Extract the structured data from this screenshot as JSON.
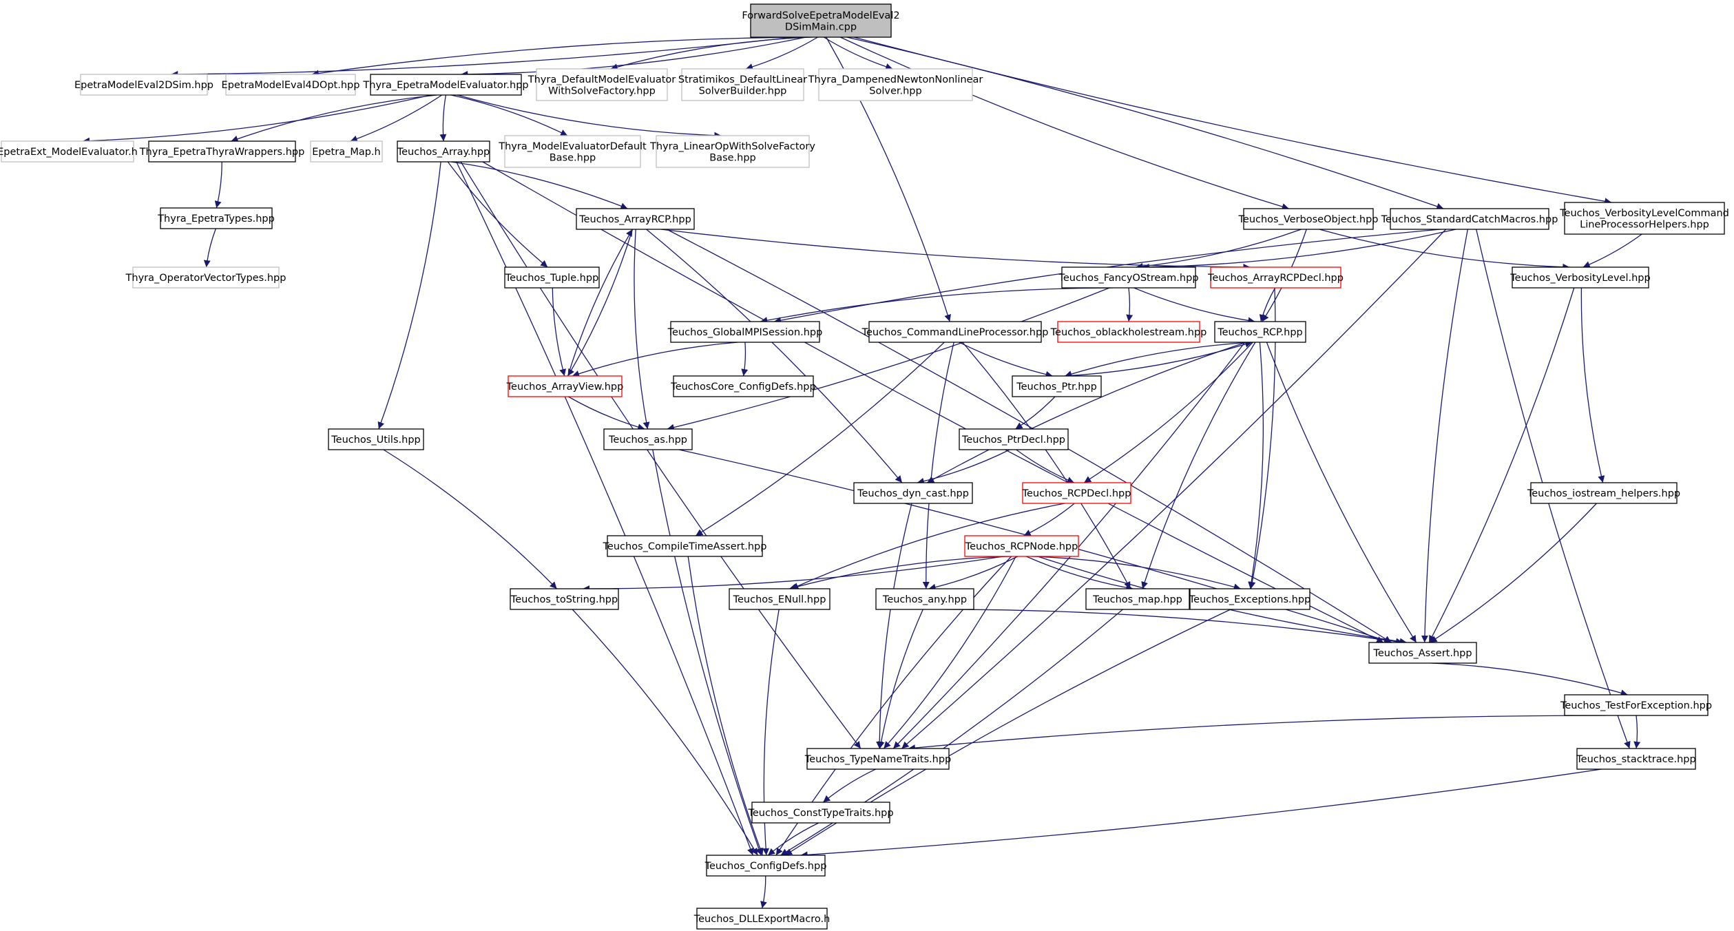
{
  "colors": {
    "edge": "#191970",
    "border_normal": "#000000",
    "border_external": "#bfbfbf",
    "border_truncated": "#ff0000",
    "fill_root": "#bfbfbf",
    "fill_default": "#ffffff"
  },
  "nodes": [
    {
      "id": "root",
      "style": "root",
      "lines": [
        "ForwardSolveEpetraModelEval2",
        "DSimMain.cpp"
      ]
    },
    {
      "id": "epetraModelEval2DSim",
      "style": "external",
      "lines": [
        "EpetraModelEval2DSim.hpp"
      ]
    },
    {
      "id": "epetraModelEval4DOpt",
      "style": "external",
      "lines": [
        "EpetraModelEval4DOpt.hpp"
      ]
    },
    {
      "id": "thyraEpetraModelEvaluator",
      "style": "normal",
      "lines": [
        "Thyra_EpetraModelEvaluator.hpp"
      ]
    },
    {
      "id": "thyraDefaultModelEvaluatorWithSolveFactory",
      "style": "external",
      "lines": [
        "Thyra_DefaultModelEvaluator",
        "WithSolveFactory.hpp"
      ]
    },
    {
      "id": "stratimikosDefaultLinearSolverBuilder",
      "style": "external",
      "lines": [
        "Stratimikos_DefaultLinear",
        "SolverBuilder.hpp"
      ]
    },
    {
      "id": "thyraDampenedNewtonNonlinearSolver",
      "style": "external",
      "lines": [
        "Thyra_DampenedNewtonNonlinear",
        "Solver.hpp"
      ]
    },
    {
      "id": "epetraExtModelEvaluator",
      "style": "external",
      "lines": [
        "EpetraExt_ModelEvaluator.h"
      ]
    },
    {
      "id": "thyraEpetraThyraWrappers",
      "style": "normal",
      "lines": [
        "Thyra_EpetraThyraWrappers.hpp"
      ]
    },
    {
      "id": "epetraMap",
      "style": "external",
      "lines": [
        "Epetra_Map.h"
      ]
    },
    {
      "id": "teuchosArray",
      "style": "normal",
      "lines": [
        "Teuchos_Array.hpp"
      ]
    },
    {
      "id": "thyraModelEvaluatorDefaultBase",
      "style": "external",
      "lines": [
        "Thyra_ModelEvaluatorDefault",
        "Base.hpp"
      ]
    },
    {
      "id": "thyraLinearOpWithSolveFactoryBase",
      "style": "external",
      "lines": [
        "Thyra_LinearOpWithSolveFactory",
        "Base.hpp"
      ]
    },
    {
      "id": "thyraEpetraTypes",
      "style": "normal",
      "lines": [
        "Thyra_EpetraTypes.hpp"
      ]
    },
    {
      "id": "thyraOperatorVectorTypes",
      "style": "external",
      "lines": [
        "Thyra_OperatorVectorTypes.hpp"
      ]
    },
    {
      "id": "teuchosArrayRCP",
      "style": "normal",
      "lines": [
        "Teuchos_ArrayRCP.hpp"
      ]
    },
    {
      "id": "teuchosVerboseObject",
      "style": "normal",
      "lines": [
        "Teuchos_VerboseObject.hpp"
      ]
    },
    {
      "id": "teuchosStandardCatchMacros",
      "style": "normal",
      "lines": [
        "Teuchos_StandardCatchMacros.hpp"
      ]
    },
    {
      "id": "teuchosVerbosityLevelCommandLineProcessorHelpers",
      "style": "normal",
      "lines": [
        "Teuchos_VerbosityLevelCommand",
        "LineProcessorHelpers.hpp"
      ]
    },
    {
      "id": "teuchosTuple",
      "style": "normal",
      "lines": [
        "Teuchos_Tuple.hpp"
      ]
    },
    {
      "id": "teuchosFancyOStream",
      "style": "normal",
      "lines": [
        "Teuchos_FancyOStream.hpp"
      ]
    },
    {
      "id": "teuchosArrayRCPDecl",
      "style": "truncated",
      "lines": [
        "Teuchos_ArrayRCPDecl.hpp"
      ]
    },
    {
      "id": "teuchosVerbosityLevel",
      "style": "normal",
      "lines": [
        "Teuchos_VerbosityLevel.hpp"
      ]
    },
    {
      "id": "teuchosGlobalMPISession",
      "style": "normal",
      "lines": [
        "Teuchos_GlobalMPISession.hpp"
      ]
    },
    {
      "id": "teuchosCommandLineProcessor",
      "style": "normal",
      "lines": [
        "Teuchos_CommandLineProcessor.hpp"
      ]
    },
    {
      "id": "teuchosOblackholestream",
      "style": "truncated",
      "lines": [
        "Teuchos_oblackholestream.hpp"
      ]
    },
    {
      "id": "teuchosRCP",
      "style": "normal",
      "lines": [
        "Teuchos_RCP.hpp"
      ]
    },
    {
      "id": "teuchosArrayView",
      "style": "truncated",
      "lines": [
        "Teuchos_ArrayView.hpp"
      ]
    },
    {
      "id": "teuchosCoreConfigDefs",
      "style": "normal",
      "lines": [
        "TeuchosCore_ConfigDefs.hpp"
      ]
    },
    {
      "id": "teuchosPtr",
      "style": "normal",
      "lines": [
        "Teuchos_Ptr.hpp"
      ]
    },
    {
      "id": "teuchosUtils",
      "style": "normal",
      "lines": [
        "Teuchos_Utils.hpp"
      ]
    },
    {
      "id": "teuchosAs",
      "style": "normal",
      "lines": [
        "Teuchos_as.hpp"
      ]
    },
    {
      "id": "teuchosPtrDecl",
      "style": "normal",
      "lines": [
        "Teuchos_PtrDecl.hpp"
      ]
    },
    {
      "id": "teuchosDynCast",
      "style": "normal",
      "lines": [
        "Teuchos_dyn_cast.hpp"
      ]
    },
    {
      "id": "teuchosRCPDecl",
      "style": "truncated",
      "lines": [
        "Teuchos_RCPDecl.hpp"
      ]
    },
    {
      "id": "teuchosIostreamHelpers",
      "style": "normal",
      "lines": [
        "Teuchos_iostream_helpers.hpp"
      ]
    },
    {
      "id": "teuchosCompileTimeAssert",
      "style": "normal",
      "lines": [
        "Teuchos_CompileTimeAssert.hpp"
      ]
    },
    {
      "id": "teuchosRCPNode",
      "style": "truncated",
      "lines": [
        "Teuchos_RCPNode.hpp"
      ]
    },
    {
      "id": "teuchosToString",
      "style": "normal",
      "lines": [
        "Teuchos_toString.hpp"
      ]
    },
    {
      "id": "teuchosENull",
      "style": "normal",
      "lines": [
        "Teuchos_ENull.hpp"
      ]
    },
    {
      "id": "teuchosAny",
      "style": "normal",
      "lines": [
        "Teuchos_any.hpp"
      ]
    },
    {
      "id": "teuchosMap",
      "style": "normal",
      "lines": [
        "Teuchos_map.hpp"
      ]
    },
    {
      "id": "teuchosExceptions",
      "style": "normal",
      "lines": [
        "Teuchos_Exceptions.hpp"
      ]
    },
    {
      "id": "teuchosAssert",
      "style": "normal",
      "lines": [
        "Teuchos_Assert.hpp"
      ]
    },
    {
      "id": "teuchosTestForException",
      "style": "normal",
      "lines": [
        "Teuchos_TestForException.hpp"
      ]
    },
    {
      "id": "teuchosTypeNameTraits",
      "style": "normal",
      "lines": [
        "Teuchos_TypeNameTraits.hpp"
      ]
    },
    {
      "id": "teuchosStacktrace",
      "style": "normal",
      "lines": [
        "Teuchos_stacktrace.hpp"
      ]
    },
    {
      "id": "teuchosConstTypeTraits",
      "style": "normal",
      "lines": [
        "Teuchos_ConstTypeTraits.hpp"
      ]
    },
    {
      "id": "teuchosConfigDefs",
      "style": "normal",
      "lines": [
        "Teuchos_ConfigDefs.hpp"
      ]
    },
    {
      "id": "teuchosDLLExportMacro",
      "style": "normal",
      "lines": [
        "Teuchos_DLLExportMacro.h"
      ]
    }
  ],
  "edges": [
    [
      "root",
      "epetraModelEval2DSim"
    ],
    [
      "root",
      "epetraModelEval4DOpt"
    ],
    [
      "root",
      "thyraEpetraModelEvaluator"
    ],
    [
      "root",
      "thyraDefaultModelEvaluatorWithSolveFactory"
    ],
    [
      "root",
      "stratimikosDefaultLinearSolverBuilder"
    ],
    [
      "root",
      "thyraDampenedNewtonNonlinearSolver"
    ],
    [
      "root",
      "teuchosCommandLineProcessor"
    ],
    [
      "root",
      "teuchosVerboseObject"
    ],
    [
      "root",
      "teuchosStandardCatchMacros"
    ],
    [
      "root",
      "teuchosVerbosityLevelCommandLineProcessorHelpers"
    ],
    [
      "thyraEpetraModelEvaluator",
      "epetraExtModelEvaluator"
    ],
    [
      "thyraEpetraModelEvaluator",
      "thyraEpetraThyraWrappers"
    ],
    [
      "thyraEpetraModelEvaluator",
      "epetraMap"
    ],
    [
      "thyraEpetraModelEvaluator",
      "teuchosArray"
    ],
    [
      "thyraEpetraModelEvaluator",
      "thyraModelEvaluatorDefaultBase"
    ],
    [
      "thyraEpetraModelEvaluator",
      "thyraLinearOpWithSolveFactoryBase"
    ],
    [
      "thyraEpetraThyraWrappers",
      "thyraEpetraTypes"
    ],
    [
      "thyraEpetraTypes",
      "thyraOperatorVectorTypes"
    ],
    [
      "teuchosArray",
      "teuchosArrayRCP"
    ],
    [
      "teuchosArray",
      "teuchosTuple"
    ],
    [
      "teuchosArray",
      "teuchosUtils"
    ],
    [
      "teuchosArray",
      "teuchosTypeNameTraits"
    ],
    [
      "teuchosArray",
      "teuchosConfigDefs"
    ],
    [
      "teuchosArray",
      "teuchosAssert"
    ],
    [
      "teuchosArrayRCP",
      "teuchosArrayView"
    ],
    [
      "teuchosArrayRCP",
      "teuchosAs"
    ],
    [
      "teuchosArrayRCP",
      "teuchosDynCast"
    ],
    [
      "teuchosArrayRCP",
      "teuchosArrayRCPDecl"
    ],
    [
      "teuchosArrayRCP",
      "teuchosAssert"
    ],
    [
      "teuchosTuple",
      "teuchosArrayView"
    ],
    [
      "teuchosArrayView",
      "teuchosArrayRCP"
    ],
    [
      "teuchosArrayView",
      "teuchosAs"
    ],
    [
      "teuchosVerboseObject",
      "teuchosFancyOStream"
    ],
    [
      "teuchosVerboseObject",
      "teuchosVerbosityLevel"
    ],
    [
      "teuchosVerboseObject",
      "teuchosRCP"
    ],
    [
      "teuchosStandardCatchMacros",
      "teuchosGlobalMPISession"
    ],
    [
      "teuchosStandardCatchMacros",
      "teuchosFancyOStream"
    ],
    [
      "teuchosStandardCatchMacros",
      "teuchosAssert"
    ],
    [
      "teuchosStandardCatchMacros",
      "teuchosTypeNameTraits"
    ],
    [
      "teuchosStandardCatchMacros",
      "teuchosStacktrace"
    ],
    [
      "teuchosVerbosityLevelCommandLineProcessorHelpers",
      "teuchosVerbosityLevel"
    ],
    [
      "teuchosFancyOStream",
      "teuchosGlobalMPISession"
    ],
    [
      "teuchosFancyOStream",
      "teuchosOblackholestream"
    ],
    [
      "teuchosFancyOStream",
      "teuchosRCP"
    ],
    [
      "teuchosFancyOStream",
      "teuchosAs"
    ],
    [
      "teuchosArrayRCPDecl",
      "teuchosRCP"
    ],
    [
      "teuchosArrayRCPDecl",
      "teuchosExceptions"
    ],
    [
      "teuchosVerbosityLevel",
      "teuchosIostreamHelpers"
    ],
    [
      "teuchosVerbosityLevel",
      "teuchosAssert"
    ],
    [
      "teuchosGlobalMPISession",
      "teuchosArrayView"
    ],
    [
      "teuchosGlobalMPISession",
      "teuchosCoreConfigDefs"
    ],
    [
      "teuchosCommandLineProcessor",
      "teuchosPtr"
    ],
    [
      "teuchosCommandLineProcessor",
      "teuchosCompileTimeAssert"
    ],
    [
      "teuchosCommandLineProcessor",
      "teuchosAny"
    ],
    [
      "teuchosCommandLineProcessor",
      "teuchosMap"
    ],
    [
      "teuchosRCP",
      "teuchosPtr"
    ],
    [
      "teuchosRCP",
      "teuchosRCPDecl"
    ],
    [
      "teuchosRCP",
      "teuchosDynCast"
    ],
    [
      "teuchosRCP",
      "teuchosTypeNameTraits"
    ],
    [
      "teuchosRCP",
      "teuchosMap"
    ],
    [
      "teuchosRCP",
      "teuchosExceptions"
    ],
    [
      "teuchosRCP",
      "teuchosAssert"
    ],
    [
      "teuchosPtr",
      "teuchosPtrDecl"
    ],
    [
      "teuchosPtr",
      "teuchosRCP"
    ],
    [
      "teuchosPtrDecl",
      "teuchosDynCast"
    ],
    [
      "teuchosPtrDecl",
      "teuchosRCPDecl"
    ],
    [
      "teuchosUtils",
      "teuchosToString"
    ],
    [
      "teuchosAs",
      "teuchosConfigDefs"
    ],
    [
      "teuchosAs",
      "teuchosAssert"
    ],
    [
      "teuchosDynCast",
      "teuchosTypeNameTraits"
    ],
    [
      "teuchosRCPDecl",
      "teuchosRCPNode"
    ],
    [
      "teuchosRCPDecl",
      "teuchosENull"
    ],
    [
      "teuchosIostreamHelpers",
      "teuchosAssert"
    ],
    [
      "teuchosCompileTimeAssert",
      "teuchosConfigDefs"
    ],
    [
      "teuchosRCPNode",
      "teuchosToString"
    ],
    [
      "teuchosRCPNode",
      "teuchosENull"
    ],
    [
      "teuchosRCPNode",
      "teuchosAny"
    ],
    [
      "teuchosRCPNode",
      "teuchosMap"
    ],
    [
      "teuchosRCPNode",
      "teuchosExceptions"
    ],
    [
      "teuchosRCPNode",
      "teuchosAssert"
    ],
    [
      "teuchosRCPNode",
      "teuchosTypeNameTraits"
    ],
    [
      "teuchosRCPNode",
      "teuchosConfigDefs"
    ],
    [
      "teuchosToString",
      "teuchosConfigDefs"
    ],
    [
      "teuchosENull",
      "teuchosConfigDefs"
    ],
    [
      "teuchosAny",
      "teuchosAssert"
    ],
    [
      "teuchosAny",
      "teuchosTypeNameTraits"
    ],
    [
      "teuchosMap",
      "teuchosConfigDefs"
    ],
    [
      "teuchosExceptions",
      "teuchosConfigDefs"
    ],
    [
      "teuchosAssert",
      "teuchosTestForException"
    ],
    [
      "teuchosTestForException",
      "teuchosTypeNameTraits"
    ],
    [
      "teuchosTestForException",
      "teuchosStacktrace"
    ],
    [
      "teuchosTypeNameTraits",
      "teuchosConstTypeTraits"
    ],
    [
      "teuchosStacktrace",
      "teuchosConfigDefs"
    ],
    [
      "teuchosConstTypeTraits",
      "teuchosConfigDefs"
    ],
    [
      "teuchosConfigDefs",
      "teuchosDLLExportMacro"
    ]
  ]
}
